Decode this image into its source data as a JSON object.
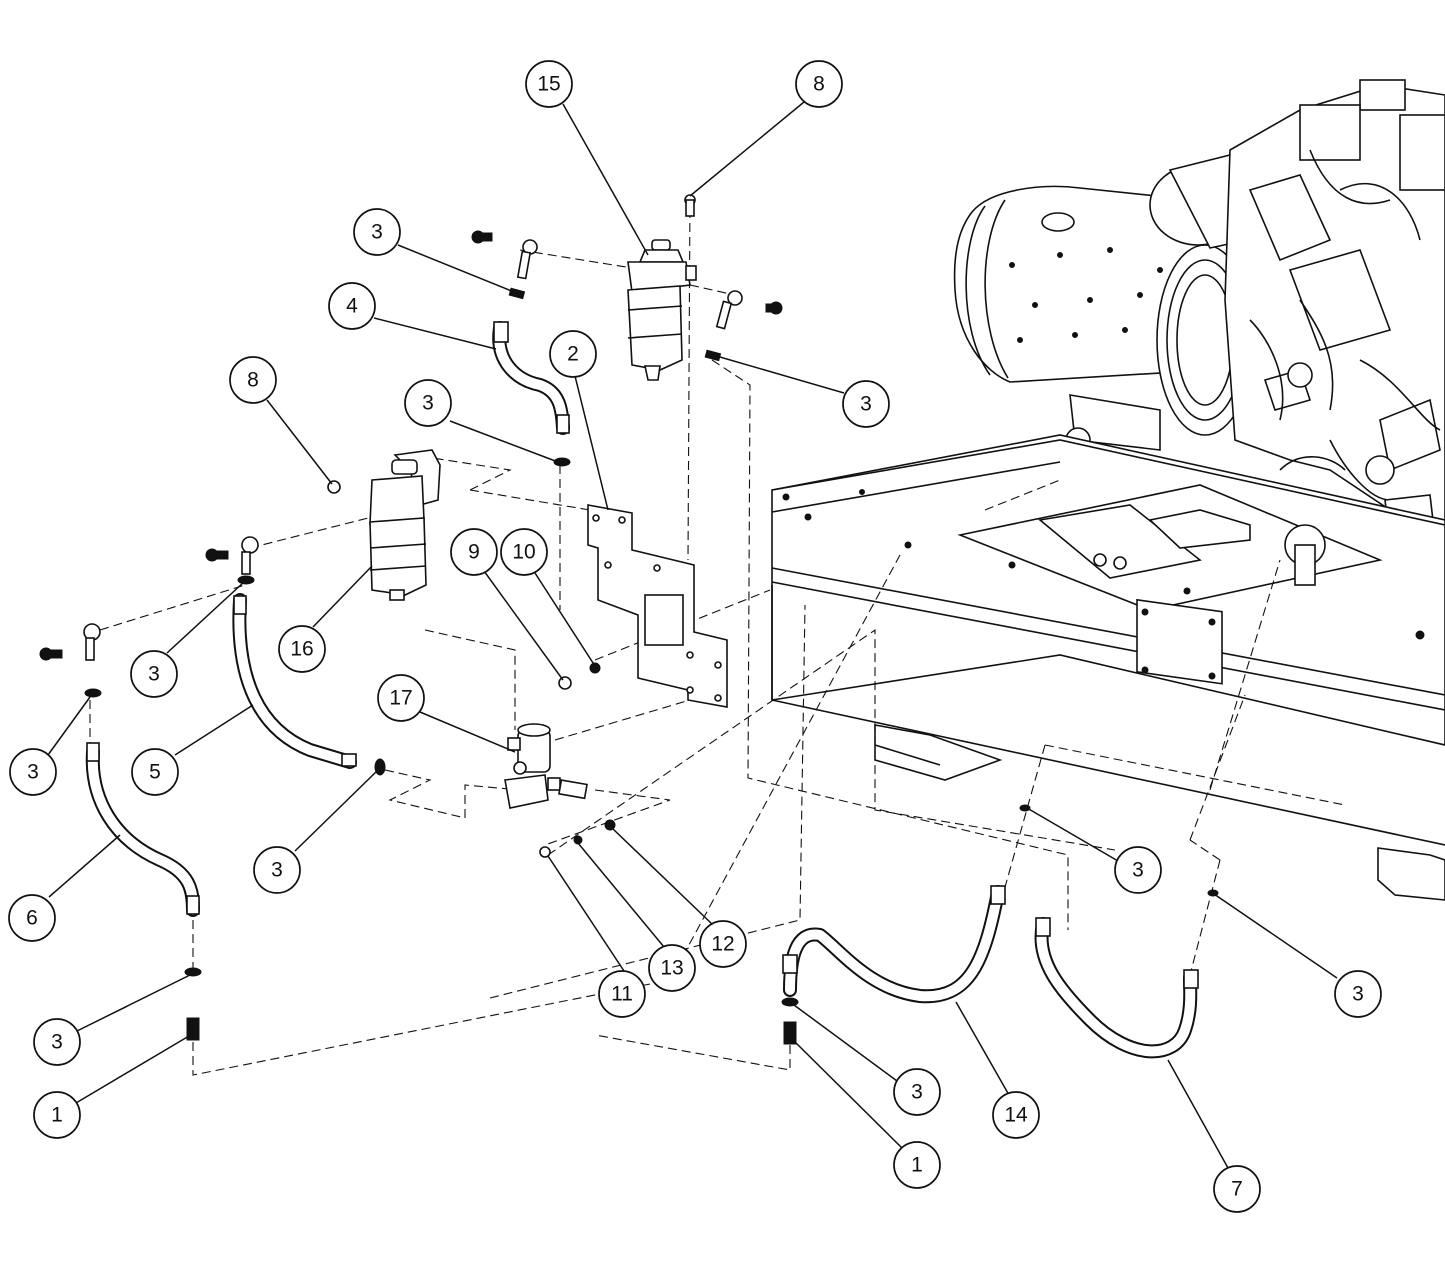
{
  "callouts": [
    {
      "id": "c15",
      "label": "15"
    },
    {
      "id": "c8a",
      "label": "8"
    },
    {
      "id": "c3a",
      "label": "3"
    },
    {
      "id": "c4",
      "label": "4"
    },
    {
      "id": "c2",
      "label": "2"
    },
    {
      "id": "c3b",
      "label": "3"
    },
    {
      "id": "c8b",
      "label": "8"
    },
    {
      "id": "c3c",
      "label": "3"
    },
    {
      "id": "c9",
      "label": "9"
    },
    {
      "id": "c10",
      "label": "10"
    },
    {
      "id": "c16",
      "label": "16"
    },
    {
      "id": "c3d",
      "label": "3"
    },
    {
      "id": "c17",
      "label": "17"
    },
    {
      "id": "c3e",
      "label": "3"
    },
    {
      "id": "c5",
      "label": "5"
    },
    {
      "id": "c3f",
      "label": "3"
    },
    {
      "id": "c6",
      "label": "6"
    },
    {
      "id": "c12",
      "label": "12"
    },
    {
      "id": "c13",
      "label": "13"
    },
    {
      "id": "c11",
      "label": "11"
    },
    {
      "id": "c3g",
      "label": "3"
    },
    {
      "id": "c3h",
      "label": "3"
    },
    {
      "id": "c1a",
      "label": "1"
    },
    {
      "id": "c3i",
      "label": "3"
    },
    {
      "id": "c14",
      "label": "14"
    },
    {
      "id": "c1b",
      "label": "1"
    },
    {
      "id": "c3j",
      "label": "3"
    },
    {
      "id": "c7",
      "label": "7"
    }
  ]
}
